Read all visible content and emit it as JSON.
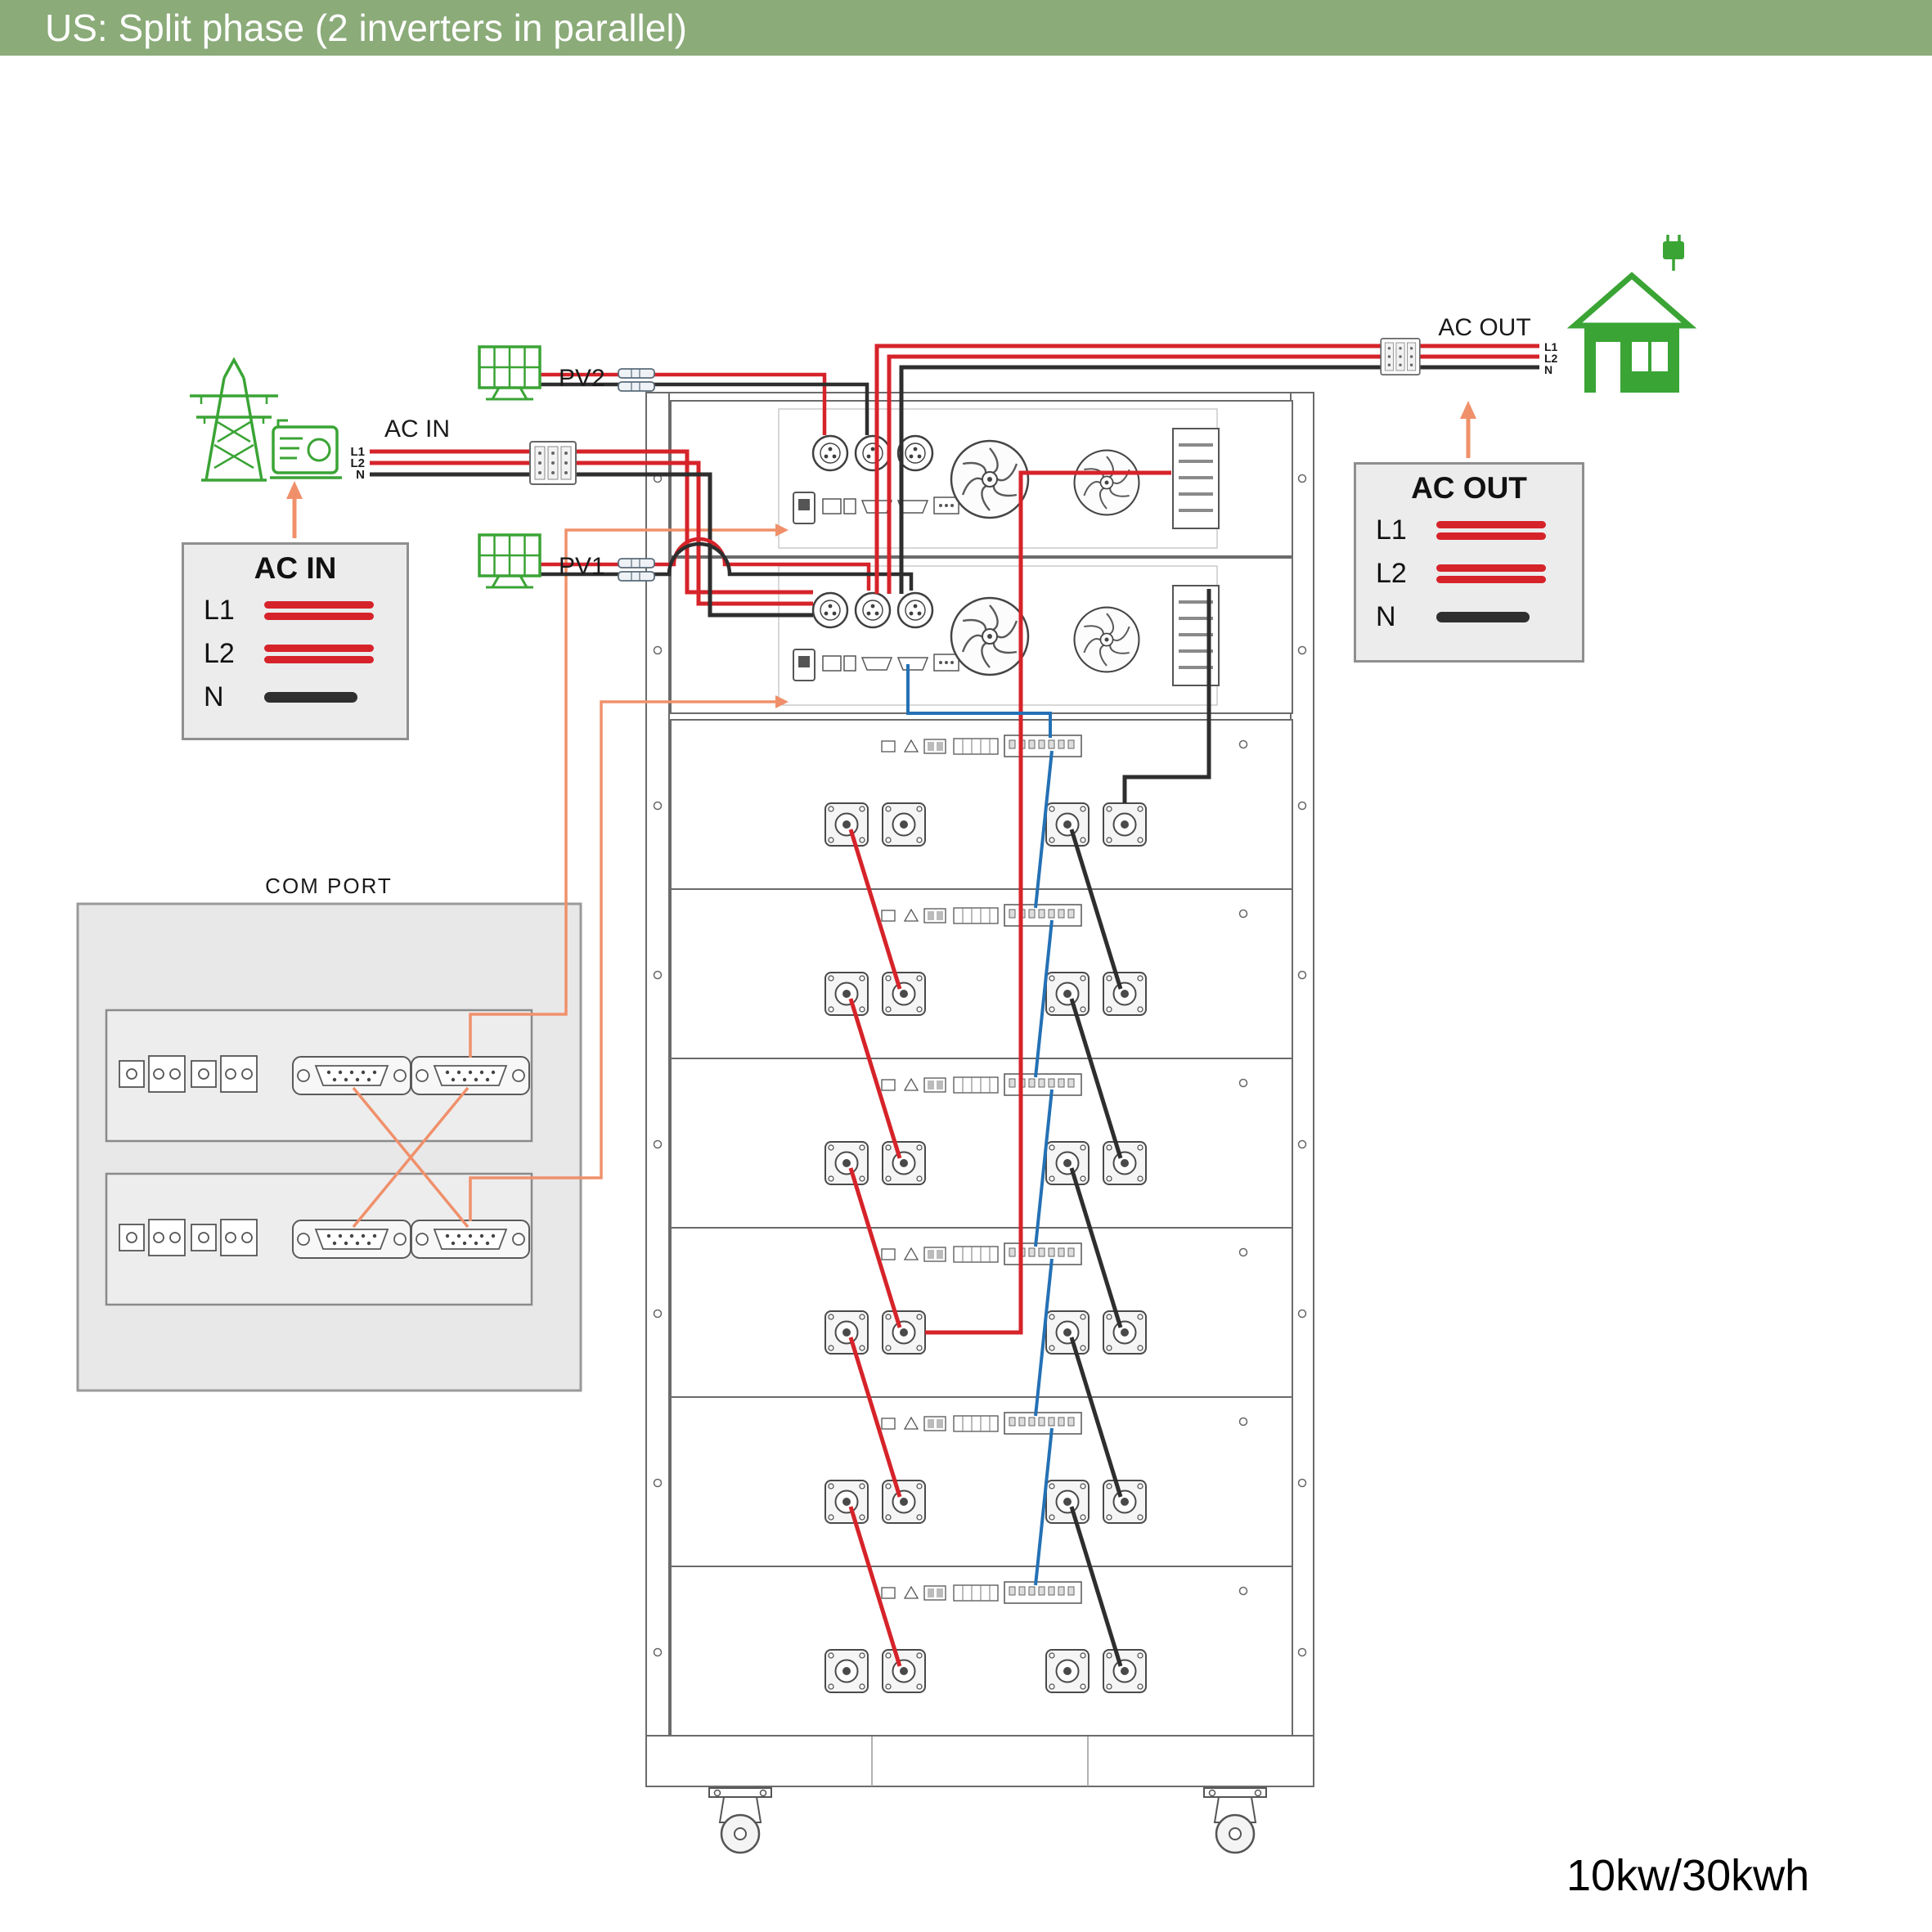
{
  "header": {
    "title": "US: Split phase (2 inverters in parallel)"
  },
  "source": {
    "ac_in_label": "AC IN",
    "tags": {
      "l1": "L1",
      "l2": "L2",
      "n": "N"
    }
  },
  "pv": {
    "pv2": "PV2",
    "pv1": "PV1"
  },
  "out": {
    "label": "AC OUT",
    "tags": {
      "l1": "L1",
      "l2": "L2",
      "n": "N"
    }
  },
  "legend_ac_in": {
    "title": "AC IN",
    "rows": [
      {
        "label": "L1",
        "color": "#d6232a"
      },
      {
        "label": "L2",
        "color": "#d6232a"
      },
      {
        "label": "N",
        "color": "#2f2f2f"
      }
    ]
  },
  "legend_ac_out": {
    "title": "AC OUT",
    "rows": [
      {
        "label": "L1",
        "color": "#d6232a"
      },
      {
        "label": "L2",
        "color": "#d6232a"
      },
      {
        "label": "N",
        "color": "#2f2f2f"
      }
    ]
  },
  "com": {
    "title": "COM PORT"
  },
  "footer": {
    "capacity": "10kw/30kwh"
  },
  "icons": {
    "grid": "grid-tower-icon",
    "generator": "generator-icon",
    "pv": "pv-panel-icon",
    "house": "house-icon",
    "plug": "plug-icon"
  },
  "colors": {
    "header_bg": "#8bab79",
    "accent_green": "#3aa435",
    "wire_red": "#d6232a",
    "wire_black": "#2e2e2e",
    "wire_blue": "#2471b5",
    "wire_orange": "#f0906b",
    "legend_bg": "#ececec"
  }
}
